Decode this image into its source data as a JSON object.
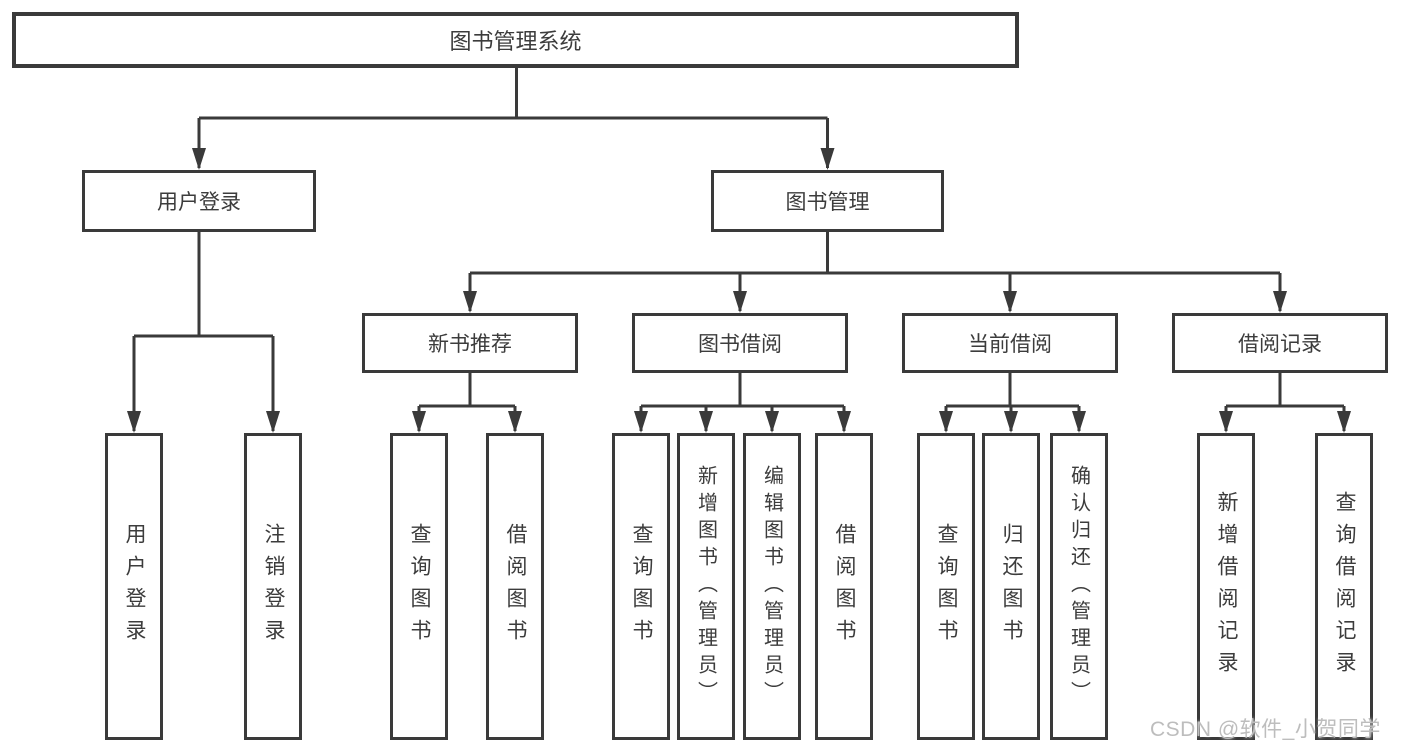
{
  "tree": {
    "root": {
      "label": "图书管理系统",
      "children": [
        {
          "label": "用户登录",
          "children": [
            {
              "label": "用户登录"
            },
            {
              "label": "注销登录"
            }
          ]
        },
        {
          "label": "图书管理",
          "children": [
            {
              "label": "新书推荐",
              "children": [
                {
                  "label": "查询图书"
                },
                {
                  "label": "借阅图书"
                }
              ]
            },
            {
              "label": "图书借阅",
              "children": [
                {
                  "label": "查询图书"
                },
                {
                  "label": "新增图书（管理员）"
                },
                {
                  "label": "编辑图书（管理员）"
                },
                {
                  "label": "借阅图书"
                }
              ]
            },
            {
              "label": "当前借阅",
              "children": [
                {
                  "label": "查询图书"
                },
                {
                  "label": "归还图书"
                },
                {
                  "label": "确认归还（管理员）"
                }
              ]
            },
            {
              "label": "借阅记录",
              "children": [
                {
                  "label": "新增借阅记录"
                },
                {
                  "label": "查询借阅记录"
                }
              ]
            }
          ]
        }
      ]
    }
  },
  "watermark": "CSDN @软件_小贺同学",
  "colors": {
    "line": "#3a3a3a",
    "text": "#3c3c3c",
    "background": "#ffffff",
    "watermark": "#bdbdbd"
  }
}
